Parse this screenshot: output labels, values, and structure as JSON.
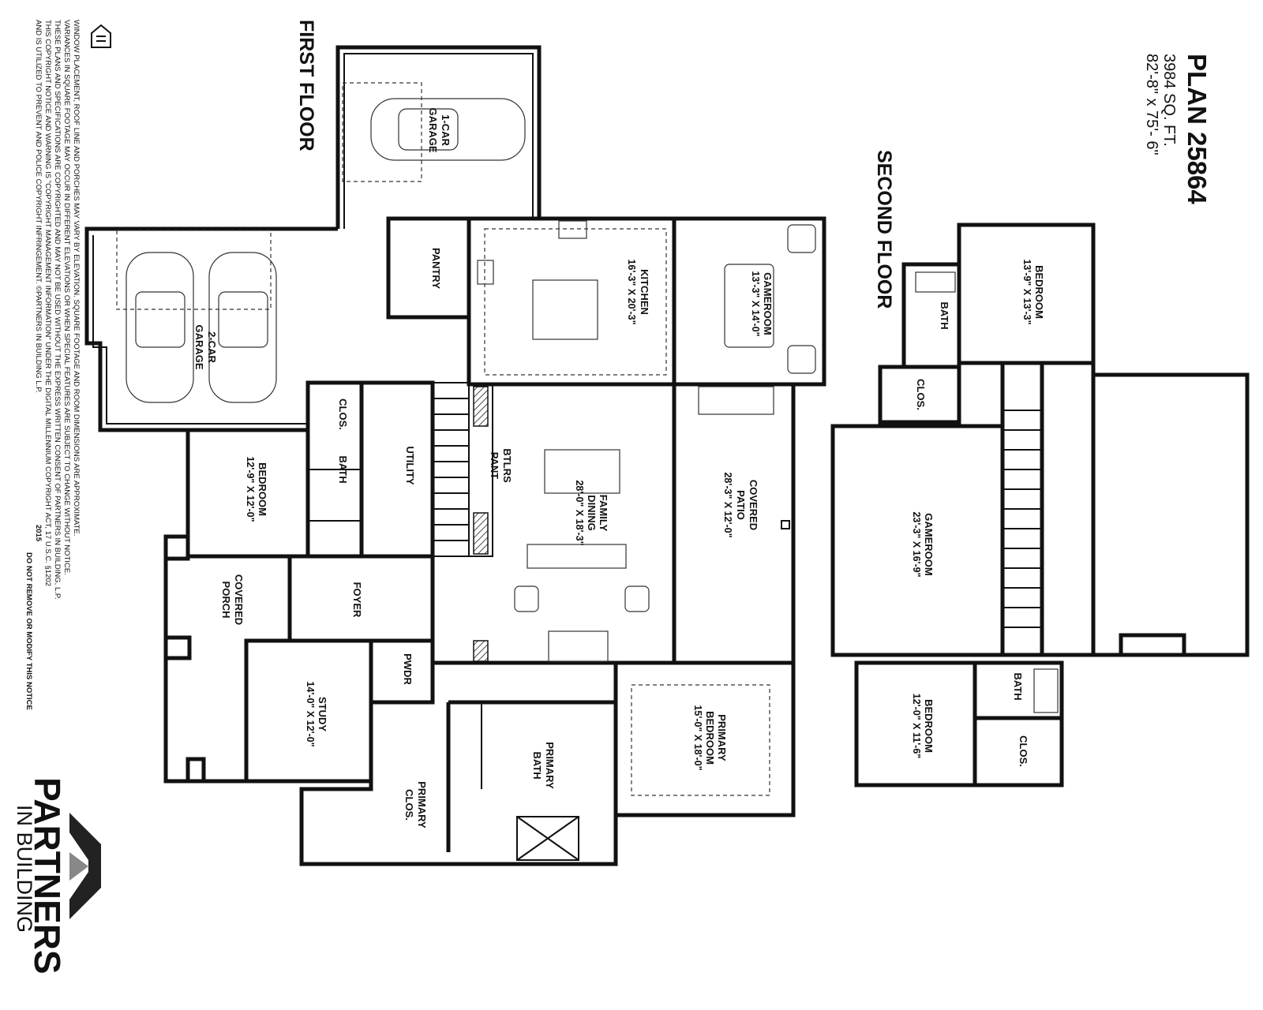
{
  "plan": {
    "title": "PLAN 25864",
    "sqft": "3984 SQ. FT.",
    "dimensions": "82'-8\" x 75'- 6\""
  },
  "floors": {
    "first": "FIRST FLOOR",
    "second": "SECOND FLOOR"
  },
  "first_floor_rooms": {
    "garage1": {
      "line1": "1-CAR",
      "line2": "GARAGE"
    },
    "garage2": {
      "line1": "2-CAR",
      "line2": "GARAGE"
    },
    "pantry": {
      "name": "PANTRY"
    },
    "kitchen": {
      "name": "KITCHEN",
      "dim": "16'-3\" X 20'-3\""
    },
    "gameroom": {
      "name": "GAMEROOM",
      "dim": "13'-3\" X 14'-0\""
    },
    "bedroom": {
      "name": "BEDROOM",
      "dim": "12'-9\" X 12'-0\""
    },
    "clos": {
      "name": "CLOS."
    },
    "bath": {
      "name": "BATH"
    },
    "utility": {
      "name": "UTILITY"
    },
    "btlrs_pant": {
      "line1": "BTLRS",
      "line2": "PANT"
    },
    "family_dining": {
      "line1": "FAMILY",
      "line2": "DINING",
      "dim": "28'-0\" X 18'-3\""
    },
    "covered_patio": {
      "line1": "COVERED",
      "line2": "PATIO",
      "dim": "28'-3\" X 12'-0\""
    },
    "foyer": {
      "name": "FOYER"
    },
    "covered_porch": {
      "line1": "COVERED",
      "line2": "PORCH"
    },
    "study": {
      "name": "STUDY",
      "dim": "14'-0\" X 12'-0\""
    },
    "pwdr": {
      "name": "PWDR"
    },
    "primary_bedroom": {
      "line1": "PRIMARY",
      "line2": "BEDROOM",
      "dim": "15'-0\" X 18'-0\""
    },
    "primary_bath": {
      "line1": "PRIMARY",
      "line2": "BATH"
    },
    "primary_clos": {
      "line1": "PRIMARY",
      "line2": "CLOS."
    }
  },
  "second_floor_rooms": {
    "bedroom_top": {
      "name": "BEDROOM",
      "dim": "13'-9\" X 13'-3\""
    },
    "bath_top": {
      "name": "BATH"
    },
    "clos_top": {
      "name": "CLOS."
    },
    "gameroom": {
      "name": "GAMEROOM",
      "dim": "23'-3\" X 16'-9\""
    },
    "bedroom_bottom": {
      "name": "BEDROOM",
      "dim": "12'-0\" X 11'-6\""
    },
    "bath_bottom": {
      "name": "BATH"
    },
    "clos_bottom": {
      "name": "CLOS."
    }
  },
  "disclaimer": {
    "line1": "WINDOW PLACEMENT, ROOF LINE AND PORCHES MAY VARY BY ELEVATION.  SQUARE FOOTAGE AND ROOM DIMENSIONS ARE APPROXIMATE.",
    "line2": "VARIANCES IN SQUARE FOOTAGE MAY OCCUR IN DIFFERENT ELEVATIONS OR WHEN SPECIAL FEATURES ARE SUBJECT TO CHANGE WITHOUT NOTICE.",
    "line3": "THESE PLANS AND SPECIFICATIONS ARE COPYRIGHTED AND MAY NOT BE USED WITHOUT THE EXPRESS WRITTEN CONSENT OF PARTNERS IN BUILDING, L.P.",
    "line4": "THIS COPYRIGHT NOTICE AND WARNING IS \"COPYRIGHT MANAGEMENT INFORMATION\" UNDER THE DIGITAL MILLENNIUM COPYRIGHT ACT, 17 U.S.C.  §1202",
    "line5": "AND IS UTILIZED TO PREVENT AND POLICE COPYRIGHT INFRINGEMENT.  ©PARTNERS IN BUILDING L.P.",
    "year": "2015",
    "notice": "DO NOT REMOVE OR MODIFY THIS NOTICE"
  },
  "logo": {
    "main": "PARTNERS",
    "sub": "IN BUILDING"
  },
  "icons": [
    "equal-housing-icon",
    "partners-chevron-icon"
  ]
}
